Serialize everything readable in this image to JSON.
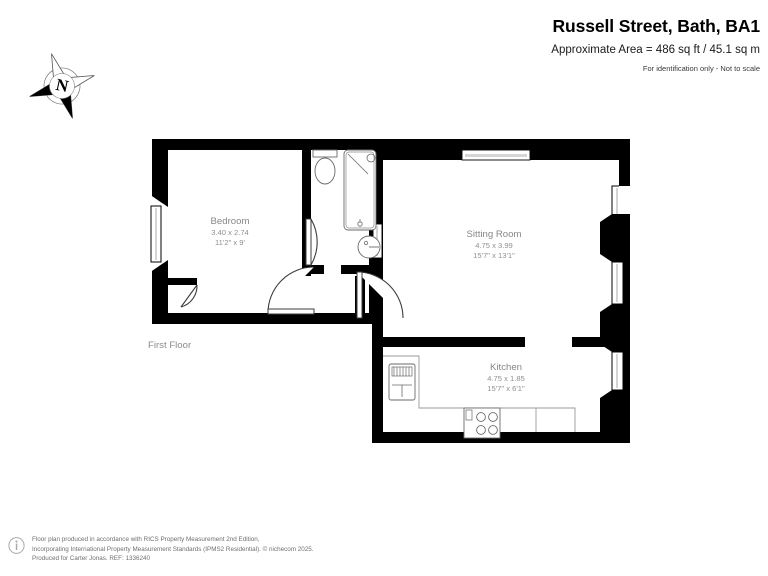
{
  "header": {
    "title": "Russell Street, Bath, BA1",
    "area": "Approximate Area = 486 sq ft / 45.1 sq m",
    "disclaimer": "For identification only - Not to scale"
  },
  "compass": {
    "label": "N",
    "icon": "compass-north-icon"
  },
  "plan": {
    "floor_label": "First Floor",
    "rooms": [
      {
        "key": "bedroom",
        "name": "Bedroom",
        "metric": "3.40 x 2.74",
        "imperial": "11'2\" x 9'"
      },
      {
        "key": "sitting_room",
        "name": "Sitting Room",
        "metric": "4.75 x 3.99",
        "imperial": "15'7\" x 13'1\""
      },
      {
        "key": "kitchen",
        "name": "Kitchen",
        "metric": "4.75 x 1.85",
        "imperial": "15'7\" x 6'1\""
      }
    ],
    "fixtures": [
      {
        "key": "wc",
        "name": "toilet-fixture"
      },
      {
        "key": "bath",
        "name": "bath-with-shower-fixture"
      },
      {
        "key": "basin",
        "name": "wash-basin-fixture"
      },
      {
        "key": "washing_machine",
        "name": "washing-machine-fixture"
      },
      {
        "key": "hob",
        "name": "hob-cooker-fixture"
      }
    ],
    "colors": {
      "wall": "#000000",
      "fixture_line": "#555555",
      "label_text": "#8b8b8b",
      "background": "#ffffff"
    }
  },
  "footer": {
    "icon": "info-icon",
    "line1": "Floor plan produced in accordance with RICS Property Measurement 2nd Edition,",
    "line2": "Incorporating International Property Measurement Standards (IPMS2 Residential).   © nichecom 2025.",
    "line3": "Produced for Carter Jonas.   REF: 1336240"
  }
}
